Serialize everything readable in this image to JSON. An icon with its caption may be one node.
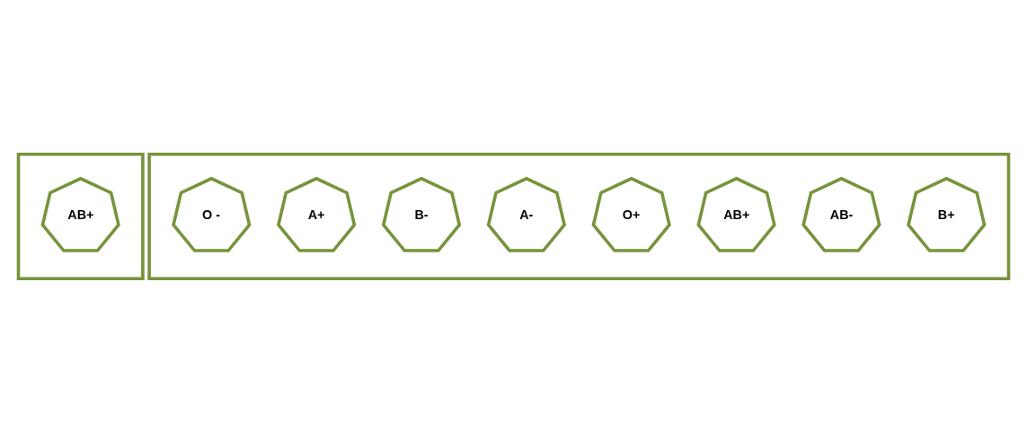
{
  "diagram": {
    "nodes": [
      {
        "text": [],
        "shape": "box"
      },
      {
        "text": [
          "AB+"
        ],
        "in": 0
      },
      {
        "text": [],
        "shape": "box"
      },
      {
        "text": [
          "O -"
        ],
        "in": 2
      },
      {
        "text": [
          "A+"
        ],
        "in": 2
      },
      {
        "text": [
          "B-"
        ],
        "in": 2
      },
      {
        "text": [
          "A-"
        ],
        "in": 2
      },
      {
        "text": [
          "O+"
        ],
        "in": 2
      },
      {
        "text": [
          "AB+"
        ],
        "in": 2
      },
      {
        "text": [
          "AB-"
        ],
        "in": 2
      },
      {
        "text": [
          "B+"
        ],
        "in": 2
      }
    ]
  }
}
